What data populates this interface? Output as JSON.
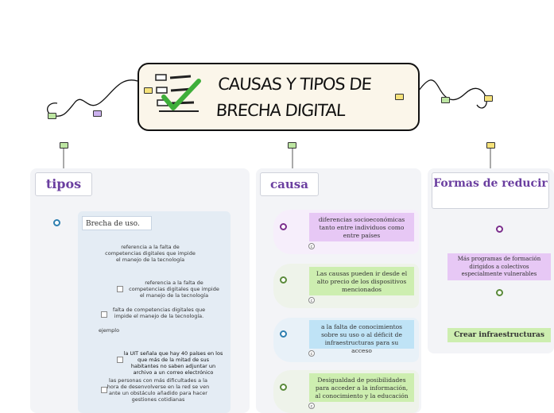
{
  "central": {
    "title_line1": "CAUSAS Y TIPOS DE",
    "title_line2": "BRECHA DIGITAL"
  },
  "branches": {
    "tipos": {
      "label": "tipos",
      "subtopic": "Brecha de uso.",
      "items": [
        "referencia a la falta de competencias digitales que impide el manejo de la tecnología",
        "referencia a la falta de competencias digitales que impide el manejo de la tecnología",
        "falta de competencias digitales que impide el manejo de la tecnología.",
        "ejemplo",
        "la UIT señala que hay 40 países en los que más de la mitad de sus habitantes no saben adjuntar un archivo a un correo electrónico",
        "las personas con más dificultades a la hora de desenvolverse en la red se ven ante un obstáculo añadido para hacer gestiones cotidianas"
      ]
    },
    "causa": {
      "label": "causa",
      "items": [
        {
          "text": "diferencias socioeconómicas tanto entre individuos como entre países",
          "badge": "c",
          "color": "#7b2e8c",
          "box": "#e7c8f5",
          "bg": "#f6eefb"
        },
        {
          "text": "Las causas pueden ir desde el alto precio de los dispositivos mencionados",
          "badge": "c",
          "color": "#5a8a3a",
          "box": "#cdeeb0",
          "bg": "#eef3ea"
        },
        {
          "text": "a la falta de conocimientos sobre su uso o al déficit de infraestructuras para su acceso",
          "badge": "c",
          "color": "#2e7fb0",
          "box": "#bfe3f6",
          "bg": "#e8f1f8"
        },
        {
          "text": "Desigualdad de posibilidades para acceder a la información, al conocimiento y la educación",
          "badge": "c",
          "color": "#5a8a3a",
          "box": "#cdeeb0",
          "bg": "#eef3ea"
        }
      ]
    },
    "formas": {
      "label": "Formas de reducir",
      "items": [
        "Más programas de formación dirigidos a colectivos especialmente vulnerables",
        "Crear infraestructuras"
      ]
    }
  }
}
